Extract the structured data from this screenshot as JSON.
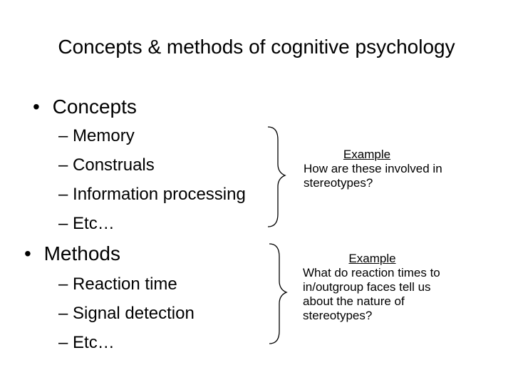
{
  "title": "Concepts & methods of cognitive psychology",
  "bullet_char": "•",
  "dash_char": "–",
  "sections": [
    {
      "heading": "Concepts",
      "items": [
        "Memory",
        "Construals",
        "Information processing",
        "Etc…"
      ],
      "example": {
        "heading": "Example",
        "lines": [
          "How are these involved in",
          "stereotypes?"
        ]
      }
    },
    {
      "heading": "Methods",
      "items": [
        "Reaction time",
        "Signal detection",
        "Etc…"
      ],
      "example": {
        "heading": "Example",
        "lines": [
          "What do reaction times to",
          "in/outgroup faces tell us",
          "about the nature of",
          "stereotypes?"
        ]
      }
    }
  ]
}
